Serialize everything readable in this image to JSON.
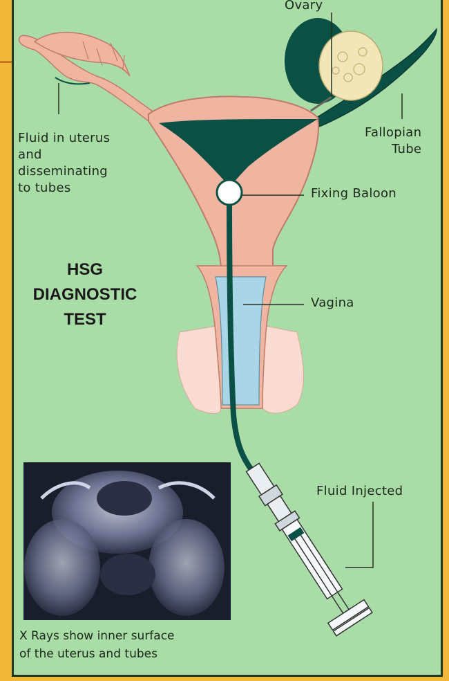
{
  "title_lines": [
    "HSG",
    "DIAGNOSTIC",
    "TEST"
  ],
  "labels": {
    "ovary": "Ovary",
    "fallopian_tube": [
      "Fallopian",
      "Tube"
    ],
    "fluid_in_uterus": [
      "Fluid in uterus",
      "and",
      "disseminating",
      "to tubes"
    ],
    "fixing_balloon": "Fixing Baloon",
    "vagina": "Vagina",
    "fluid_injected": "Fluid Injected"
  },
  "caption": [
    "X Rays show inner surface",
    "of the uterus and tubes"
  ],
  "colors": {
    "background": "#f3b83a",
    "panel": "#a9dca6",
    "tissue": "#efb5a2",
    "dark_fluid": "#0b5044",
    "vagina_blue": "#a8d6e6",
    "xray": "#1e2230"
  }
}
